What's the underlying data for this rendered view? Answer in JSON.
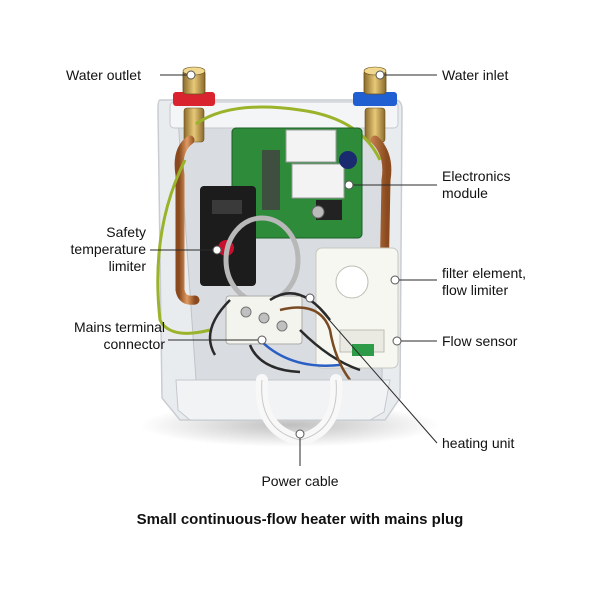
{
  "caption": "Small continuous-flow heater with mains plug",
  "labels": {
    "water_outlet": "Water outlet",
    "water_inlet": "Water inlet",
    "electronics_module": "Electronics\nmodule",
    "safety_limiter": "Safety\ntemperature\nlimiter",
    "filter_element": "filter element,\nflow limiter",
    "mains_terminal": "Mains terminal\nconnector",
    "flow_sensor": "Flow sensor",
    "heating_unit": "heating unit",
    "power_cable": "Power cable"
  },
  "colors": {
    "leader_line": "#2a2a2a",
    "callout_dot": "#ffffff",
    "copper": "#c87941",
    "pcb": "#2e8b3a",
    "housing": "#eef0f2"
  }
}
